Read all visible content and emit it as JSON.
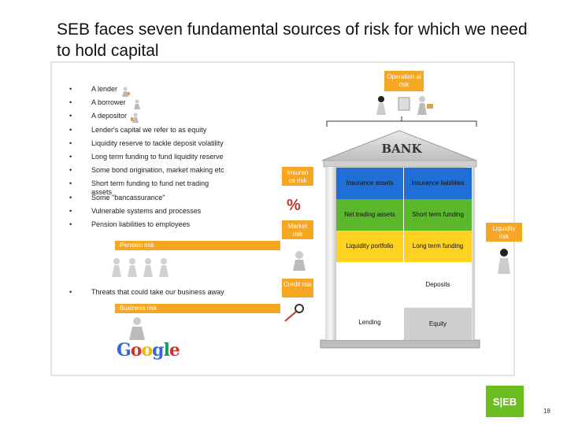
{
  "title": "SEB faces seven fundamental sources of risk for which we need to hold capital",
  "bullets": [
    "A lender",
    "A borrower",
    "A depositor",
    "Lender's capital we refer to as equity",
    "Liquidity reserve to tackle deposit volatility",
    "Long term funding to fund liquidity reserve",
    "Some bond origination, market making etc",
    "Short term funding to fund net trading assets",
    "Some \"bancassurance\"",
    "Vulnerable systems and processes",
    "Pension liabilities to employees"
  ],
  "bullet_business": "Threats that could take our business away",
  "risk_tags": {
    "operational": "Operation al risk",
    "insurance": "Insuran ce risk",
    "market": "Market risk",
    "liquidity": "Liquidity risk",
    "credit": "Credit risk",
    "pension": "Pension risk",
    "business": "Business risk"
  },
  "bank": {
    "label": "BANK",
    "cells": {
      "insurance_assets": "Insurance assets",
      "insurance_liabilities": "Insurance liabilities",
      "net_trading_assets": "Net trading assets",
      "short_term_funding": "Short term funding",
      "liquidity_portfolio": "Liquidity portfolio",
      "long_term_funding": "Long term funding",
      "deposits": "Deposits",
      "lending": "Lending",
      "equity": "Equity"
    }
  },
  "percent_symbol": "%",
  "google_logo": "Google",
  "seb_logo": "S|EB",
  "page_number": "18",
  "colors": {
    "orange": "#f5a623",
    "blue": "#1f6fd6",
    "green": "#5cb82b",
    "yellow": "#ffd21f",
    "gray": "#cfcfcf",
    "seb_green": "#6abf1e"
  }
}
